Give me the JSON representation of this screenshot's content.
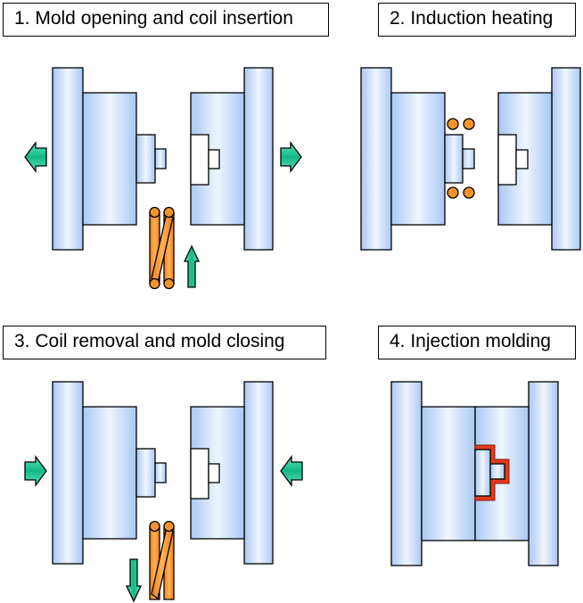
{
  "steps": [
    {
      "label": "1. Mold opening and coil insertion"
    },
    {
      "label": "2. Induction heating"
    },
    {
      "label": "3. Coil removal and mold closing"
    },
    {
      "label": "4. Injection molding"
    }
  ],
  "colors": {
    "mold_gradient_edge": "#a9c8f2",
    "mold_gradient_center": "#eef5ff",
    "arrow": "#1fc79a",
    "coil": "#f5922b",
    "molded_part": "#e23b1a",
    "outline": "#000000"
  },
  "icons": {
    "motion_arrow": "arrow-icon",
    "coil": "coil-icon",
    "heating_coil_section": "coil-cross-section-icon"
  }
}
